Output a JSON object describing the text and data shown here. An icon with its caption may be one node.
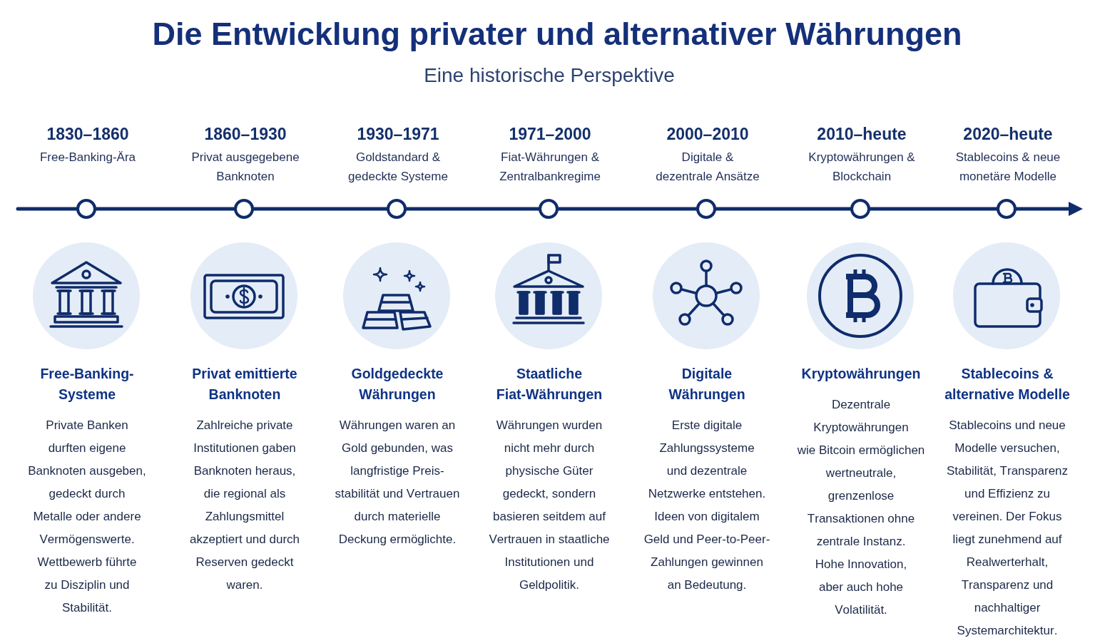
{
  "diagram": {
    "title": "Die Entwicklung privater und alternativer Währungen",
    "nodes": [
      {
        "text": [],
        "shape": "circle",
        "beside": [
          "1830–1860",
          "Free-Banking-Ära"
        ]
      },
      {
        "text": [],
        "shape": "circle",
        "beside": [
          "1860–1930",
          "Privat ausgegebene Banknoten"
        ]
      },
      {
        "text": [],
        "shape": "circle",
        "beside": [
          "1930–1971",
          "Goldstandard & gedeckte Systeme"
        ]
      },
      {
        "text": [],
        "shape": "circle",
        "beside": [
          "1971–2000",
          "Fiat-Währungen & Zentralbankregime"
        ]
      },
      {
        "text": [],
        "shape": "circle",
        "beside": [
          "2000–2010",
          "Digitale & dezentrale Ansätze"
        ]
      },
      {
        "text": [],
        "shape": "circle",
        "beside": [
          "2010–heute",
          "Kryptowährungen & Blockchain"
        ]
      },
      {
        "text": [],
        "shape": "circle",
        "beside": [
          "2020–heute",
          "Stablecoins & neue monetäre Modelle"
        ]
      }
    ],
    "edges": [
      {
        "from": null,
        "to": 0,
        "arrow": "none"
      },
      {
        "from": 0,
        "to": 1,
        "arrow": "none"
      },
      {
        "from": 1,
        "to": 2,
        "arrow": "none"
      },
      {
        "from": 2,
        "to": 3,
        "arrow": "none"
      },
      {
        "from": 3,
        "to": 4,
        "arrow": "none"
      },
      {
        "from": 4,
        "to": 5,
        "arrow": "none"
      },
      {
        "from": 5,
        "to": 6,
        "arrow": "none"
      },
      {
        "from": 6,
        "to": null,
        "arrow": "to"
      }
    ],
    "labels": [
      "Eine historische Perspektive",
      "Free-Banking-Systeme",
      "Private Banken durften eigene Banknoten ausgeben, gedeckt durch Metalle oder andere Vermögenswerte. Wettbewerb führte zu Disziplin und Stabilität.",
      "Privat emittierte Banknoten",
      "Zahlreiche private Institutionen gaben Banknoten heraus, die regional als Zahlungsmittel akzeptiert und durch Reserven gedeckt waren.",
      "Goldgedeckte Währungen",
      "Währungen waren an Gold gebunden, was langfristige Preis-stabilität und Vertrauen durch materielle Deckung ermöglichte.",
      "Staatliche Fiat-Währungen",
      "Währungen wurden nicht mehr durch physische Güter gedeckt, sondern basieren seitdem auf Vertrauen in staatliche Institutionen und Geldpolitik.",
      "Digitale Währungen",
      "Erste digitale Zahlungssysteme und dezentrale Netzwerke entstehen. Ideen von digitalem Geld und Peer-to-Peer-Zahlungen gewinnen an Bedeutung.",
      "Kryptowährungen",
      "Dezentrale Kryptowährungen wie Bitcoin ermöglichen wertneutrale, grenzenlose Transaktionen ohne zentrale Instanz. Hohe Innovation, aber auch hohe Volatilität.",
      "Stablecoins & alternative Modelle",
      "Stablecoins und neue Modelle versuchen, Stabilität, Transparenz und Effizienz zu vereinen. Der Fokus liegt zunehmend auf Realwerterhalt, Transparenz und nachhaltiger Systemarchitektur."
    ]
  }
}
